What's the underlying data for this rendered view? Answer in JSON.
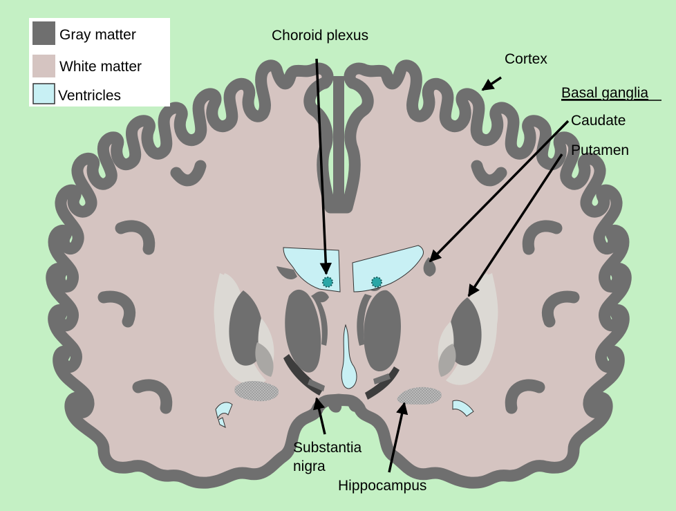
{
  "legend": {
    "items": [
      {
        "label": "Gray matter",
        "color": "#6f6f6f"
      },
      {
        "label": "White matter",
        "color": "#d5c4c1"
      },
      {
        "label": "Ventricles",
        "color": "#c8f0f4"
      }
    ]
  },
  "labels": {
    "choroid_plexus": "Choroid plexus",
    "cortex": "Cortex",
    "basal_ganglia": "Basal ganglia",
    "caudate": "Caudate",
    "putamen": "Putamen",
    "substantia_line1": "Substantia",
    "substantia_line2": "nigra",
    "hippocampus": "Hippocampus"
  },
  "colors": {
    "background": "#c4f0c4",
    "gray_matter": "#6f6f6f",
    "white_matter": "#d5c4c1",
    "ventricle": "#c8f0f4",
    "choroid": "#2aa6a6",
    "pale_structure": "#dcd9d4",
    "medium_structure": "#a9a7a4",
    "substantia_dark": "#3d3d3d"
  }
}
